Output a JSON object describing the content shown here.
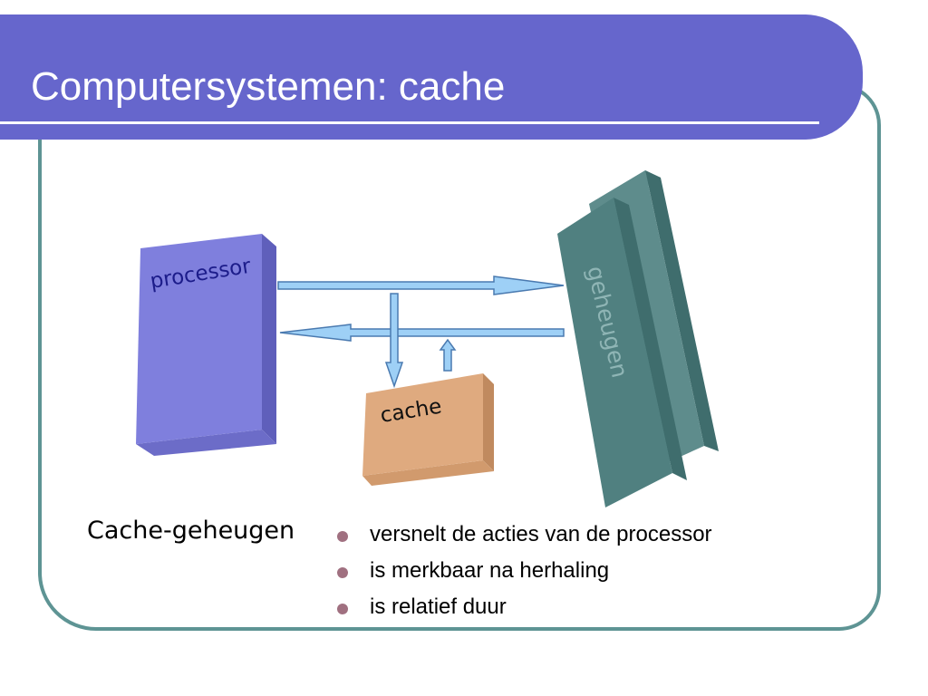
{
  "slide": {
    "title": "Computersystemen: cache"
  },
  "diagram": {
    "processor_label": "processor",
    "cache_label": "cache",
    "memory_label": "geheugen"
  },
  "content": {
    "subtitle": "Cache-geheugen",
    "bullets": [
      "versnelt de acties van de processor",
      "is merkbaar na herhaling",
      "is relatief duur"
    ]
  },
  "colors": {
    "title_bar": "#6666cc",
    "frame": "#5e9494",
    "processor": "#7f7fdd",
    "cache": "#dfaa7f",
    "memory": "#508080",
    "arrow": "#9ed0f6",
    "bullet": "#a07080"
  }
}
